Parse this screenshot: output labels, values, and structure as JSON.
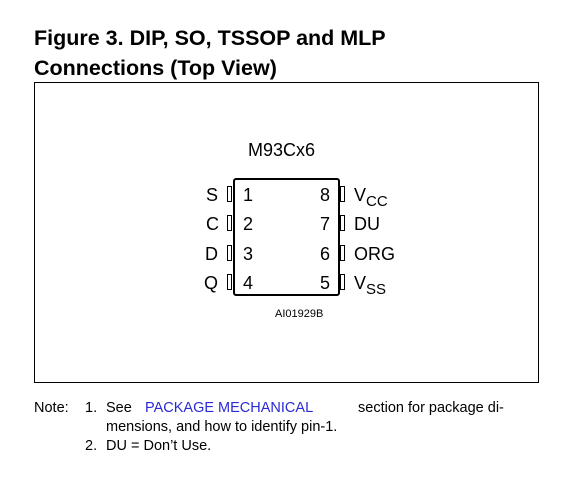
{
  "figure": {
    "title_line1": "Figure 3. DIP, SO, TSSOP and MLP",
    "title_line2": "Connections (Top View)"
  },
  "chip": {
    "part": "M93Cx6",
    "code": "AI01929B",
    "left_pins": [
      {
        "name": "S",
        "number": "1"
      },
      {
        "name": "C",
        "number": "2"
      },
      {
        "name": "D",
        "number": "3"
      },
      {
        "name": "Q",
        "number": "4"
      }
    ],
    "right_pins": [
      {
        "number": "8",
        "name": "V",
        "sub": "CC"
      },
      {
        "number": "7",
        "name": "DU",
        "sub": ""
      },
      {
        "number": "6",
        "name": "ORG",
        "sub": ""
      },
      {
        "number": "5",
        "name": "V",
        "sub": "SS"
      }
    ]
  },
  "notes": {
    "label": "Note:",
    "n1_num": "1.",
    "n1_pre": "See",
    "n1_link": "PACKAGE MECHANICAL",
    "n1_post": "section for package di-",
    "n1_cont": "mensions, and how to identify pin-1.",
    "n2_num": "2.",
    "n2_text": "DU = Don’t Use.",
    "link_color": "#2a2ad6"
  }
}
